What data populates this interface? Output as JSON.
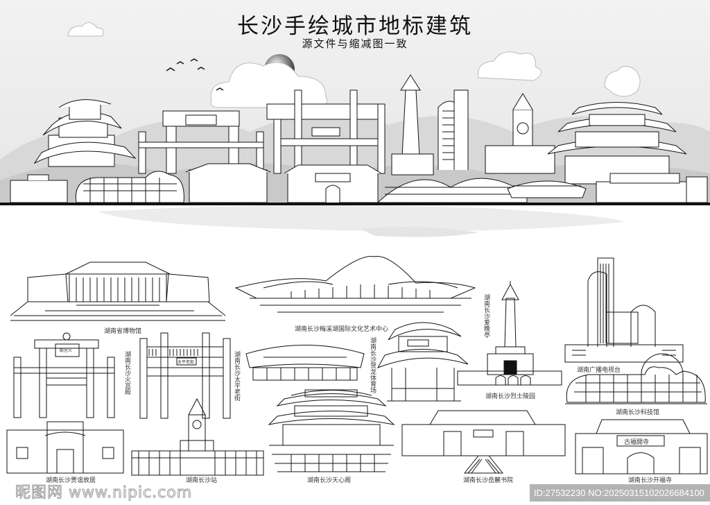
{
  "header": {
    "title": "长沙手绘城市地标建筑",
    "subtitle": "源文件与缩减图一致"
  },
  "landmarks": {
    "museum": "湖南省博物馆",
    "meixihu": "湖南长沙梅溪湖国际文化艺术中心",
    "huogongdian": "湖南长沙火宫殿",
    "taiping": "湖南长沙太平老街",
    "helong": "湖南长沙贺龙体育场",
    "aiwan": "湖南长沙爱晚亭",
    "lieshi": "湖南长沙烈士陵园",
    "tv": "湖南广播电视台",
    "science": "湖南长沙科技馆",
    "jiayi": "湖南长沙贾谊故居",
    "station": "湖南长沙站",
    "tianxin": "湖南长沙天心阁",
    "yuelu": "湖南长沙岳麓书院",
    "kaifu": "湖南长沙开福寺"
  },
  "signs": {
    "huogongdian": "殿宫火",
    "taiping": "太平老街",
    "kaifu": "古福開寺"
  },
  "watermark": {
    "logo": "昵图网 www.nipic.com",
    "id": "ID:27532230 NO:20250315102026684100"
  },
  "colors": {
    "sky": "#eeeeee",
    "mountain": "#d9d9d9",
    "line": "#111111",
    "watermark_bg": "#b3b3b3"
  }
}
